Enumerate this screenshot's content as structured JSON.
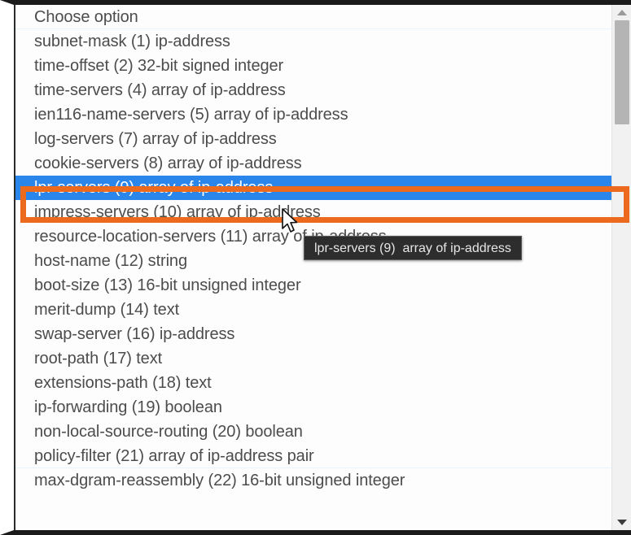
{
  "dropdown": {
    "name": "dhcp-option-select",
    "placeholder_label": "Choose option",
    "selected_value": "lpr-servers (9) array of ip-address",
    "options": [
      {
        "label": "Choose option",
        "placeholder": true,
        "selected": false
      },
      {
        "label": "subnet-mask (1) ip-address",
        "placeholder": false,
        "selected": false
      },
      {
        "label": "time-offset (2) 32-bit signed integer",
        "placeholder": false,
        "selected": false
      },
      {
        "label": "time-servers (4) array of ip-address",
        "placeholder": false,
        "selected": false
      },
      {
        "label": "ien116-name-servers (5) array of ip-address",
        "placeholder": false,
        "selected": false
      },
      {
        "label": "log-servers (7) array of ip-address",
        "placeholder": false,
        "selected": false
      },
      {
        "label": "cookie-servers (8) array of ip-address",
        "placeholder": false,
        "selected": false
      },
      {
        "label": "lpr-servers (9) array of ip-address",
        "placeholder": false,
        "selected": true
      },
      {
        "label": "impress-servers (10) array of ip-address",
        "placeholder": false,
        "selected": false
      },
      {
        "label": "resource-location-servers (11) array of ip-address",
        "placeholder": false,
        "selected": false
      },
      {
        "label": "host-name (12) string",
        "placeholder": false,
        "selected": false
      },
      {
        "label": "boot-size (13) 16-bit unsigned integer",
        "placeholder": false,
        "selected": false
      },
      {
        "label": "merit-dump (14) text",
        "placeholder": false,
        "selected": false
      },
      {
        "label": "swap-server (16) ip-address",
        "placeholder": false,
        "selected": false
      },
      {
        "label": "root-path (17) text",
        "placeholder": false,
        "selected": false
      },
      {
        "label": "extensions-path (18) text",
        "placeholder": false,
        "selected": false
      },
      {
        "label": "ip-forwarding (19) boolean",
        "placeholder": false,
        "selected": false
      },
      {
        "label": "non-local-source-routing (20) boolean",
        "placeholder": false,
        "selected": false
      },
      {
        "label": "policy-filter (21) array of ip-address pair",
        "placeholder": false,
        "selected": false
      },
      {
        "label": "max-dgram-reassembly (22) 16-bit unsigned integer",
        "placeholder": false,
        "selected": false
      }
    ]
  },
  "tooltip": {
    "text": "lpr-servers (9)  array of ip-address"
  },
  "scrollbar": {
    "up_arrow_icon": "triangle-up-icon",
    "down_arrow_icon": "triangle-down-icon",
    "thumb_icon": "scrollbar-thumb"
  },
  "annotation": {
    "kind": "highlight-box",
    "color": "#eb6a1e",
    "targets_option": "lpr-servers (9) array of ip-address"
  },
  "cursor": {
    "icon": "arrow-cursor"
  },
  "colors": {
    "selection_blue": "#2b86ec",
    "annotation_orange": "#eb6a1e",
    "tooltip_background": "#2d2d2d",
    "tooltip_text": "#e6e6e6",
    "option_text": "#4c4c4c",
    "list_background": "#fdfdfd",
    "scrollbar_track": "#f1f1f1",
    "scrollbar_thumb": "#b4b4b4",
    "frame": "#1b1b1b"
  }
}
